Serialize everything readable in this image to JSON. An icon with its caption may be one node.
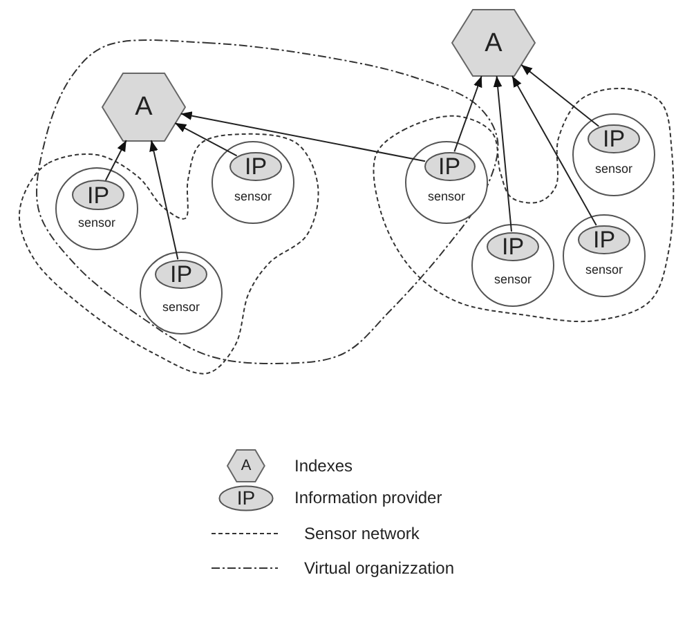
{
  "diagram": {
    "nodes": [
      {
        "text": [
          "A"
        ]
      },
      {
        "text": [
          "A"
        ]
      },
      {
        "text": [
          "sensor"
        ]
      },
      {
        "text": [
          "IP"
        ],
        "in": 2
      },
      {
        "text": [
          "sensor"
        ]
      },
      {
        "text": [
          "IP"
        ],
        "in": 4
      },
      {
        "text": [
          "sensor"
        ]
      },
      {
        "text": [
          "IP"
        ],
        "in": 6
      },
      {
        "text": [
          "sensor"
        ]
      },
      {
        "text": [
          "IP"
        ],
        "in": 8
      },
      {
        "text": [
          "sensor"
        ]
      },
      {
        "text": [
          "IP"
        ],
        "in": 10
      },
      {
        "text": [
          "sensor"
        ]
      },
      {
        "text": [
          "IP"
        ],
        "in": 12
      },
      {
        "text": [
          "sensor"
        ]
      },
      {
        "text": [
          "IP"
        ],
        "in": 14
      }
    ],
    "edges": [
      {
        "from": 3,
        "to": 0,
        "arrow": "to"
      },
      {
        "from": 7,
        "to": 0,
        "arrow": "to"
      },
      {
        "from": 5,
        "to": 0,
        "arrow": "to"
      },
      {
        "from": 9,
        "to": 0,
        "arrow": "to"
      },
      {
        "from": 9,
        "to": 1,
        "arrow": "to"
      },
      {
        "from": 11,
        "to": 1,
        "arrow": "to"
      },
      {
        "from": 15,
        "to": 1,
        "arrow": "to"
      },
      {
        "from": 13,
        "to": 1,
        "arrow": "to"
      }
    ],
    "labels": [
      "A",
      "IP"
    ],
    "legend": [
      {
        "text": "Indexes"
      },
      {
        "text": "Information provider"
      },
      {
        "text": "Sensor network"
      },
      {
        "text": "Virtual organizzation"
      }
    ]
  }
}
